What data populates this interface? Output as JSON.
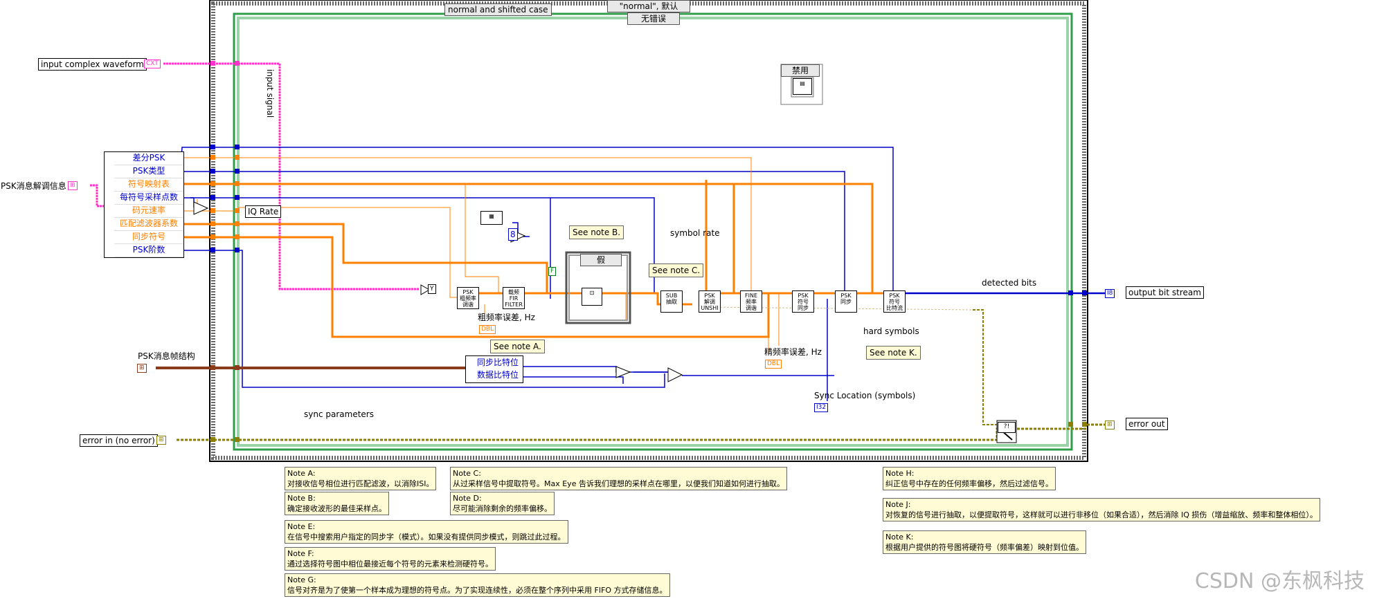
{
  "case_structure": {
    "outer_selector": "normal and shifted case",
    "case_label": "\"normal\", 默认",
    "inner_case_label": "无错误",
    "disable_label": "禁用",
    "inner_boolean_case": "假"
  },
  "controls": {
    "input_waveform": "input complex waveform",
    "psk_params": "PSK消息解调信息",
    "frame_structure": "PSK消息帧结构",
    "error_in": "error in (no error)"
  },
  "indicators": {
    "output_bits": "output bit stream",
    "error_out": "error out"
  },
  "cluster_items": [
    "差分PSK",
    "PSK类型",
    "符号映射表",
    "每符号采样点数",
    "码元速率",
    "匹配滤波器系数",
    "同步符号",
    "PSK阶数"
  ],
  "sync_cluster_items": [
    "同步比特位",
    "数据比特位"
  ],
  "labels": {
    "input_signal": "input signal",
    "iq_rate": "IQ Rate",
    "symbol_rate": "symbol rate",
    "detected_bits": "detected bits",
    "hard_symbols": "hard symbols",
    "coarse_freq": "粗频率误差, Hz",
    "fine_freq": "精频率误差, Hz",
    "sync_location": "Sync Location (symbols)",
    "sync_params": "sync parameters",
    "constant_8": "8",
    "y_label": "Y",
    "false_const": "F"
  },
  "see_notes": {
    "a": "See note A.",
    "b": "See note B.",
    "c": "See note C.",
    "k": "See note K."
  },
  "vis": {
    "psk_coarse": "PSK\n粗频率\n调谐",
    "fir_filter": "载频\nFIR\nFILTER",
    "sub_decimate": "SUB\n抽取",
    "psk_unshift": "PSK\n解调\nUNSHI",
    "fine_tune": "FINE\n频率\n调谐",
    "psk_sync": "PSK\n符号\n同步",
    "psk_demap": "PSK\n同步\n",
    "psk_bits": "PSK\n符号\n比特流"
  },
  "type_tags": {
    "dbl_1": "DBL",
    "dbl_2": "DBL",
    "i32": "I32",
    "i8": "I8"
  },
  "notes": [
    {
      "title": "Note A:",
      "text": "对接收信号相位进行匹配滤波，以消除ISI。"
    },
    {
      "title": "Note B:",
      "text": "确定接收波形的最佳采样点。"
    },
    {
      "title": "Note C:",
      "text": "从过采样信号中提取符号。Max Eye 告诉我们理想的采样点在哪里，以便我们知道如何进行抽取。"
    },
    {
      "title": "Note D:",
      "text": "尽可能消除剩余的频率偏移。"
    },
    {
      "title": "Note E:",
      "text": "在信号中搜索用户指定的同步字（模式）。如果没有提供同步模式，则跳过此过程。"
    },
    {
      "title": "Note F:",
      "text": "通过选择符号图中相位最接近每个符号的元素来检测硬符号。"
    },
    {
      "title": "Note G:",
      "text": "信号对齐是为了使第一个样本成为理想的符号点。为了实现连续性，必须在整个序列中采用 FIFO 方式存储信息。"
    },
    {
      "title": "Note H:",
      "text": "纠正信号中存在的任何频率偏移，然后过滤信号。"
    },
    {
      "title": "Note J:",
      "text": "对恢复的信号进行抽取，以便提取符号，这样就可以进行非移位（如果合适），然后消除 IQ 损伤（增益缩放、频率和整体相位）。"
    },
    {
      "title": "Note K:",
      "text": "根据用户提供的符号图将硬符号（频率偏差）映射到位值。"
    }
  ],
  "watermark": "CSDN @东枫科技",
  "colors": {
    "pink_wire": "#ff33cc",
    "orange_wire": "#ff8000",
    "blue_wire": "#0000cc",
    "error_wire": "#8a7f00",
    "frame_wire": "#8b3a1a",
    "case_green": "#2f9e4a",
    "note_bg": "#fffbd4"
  }
}
